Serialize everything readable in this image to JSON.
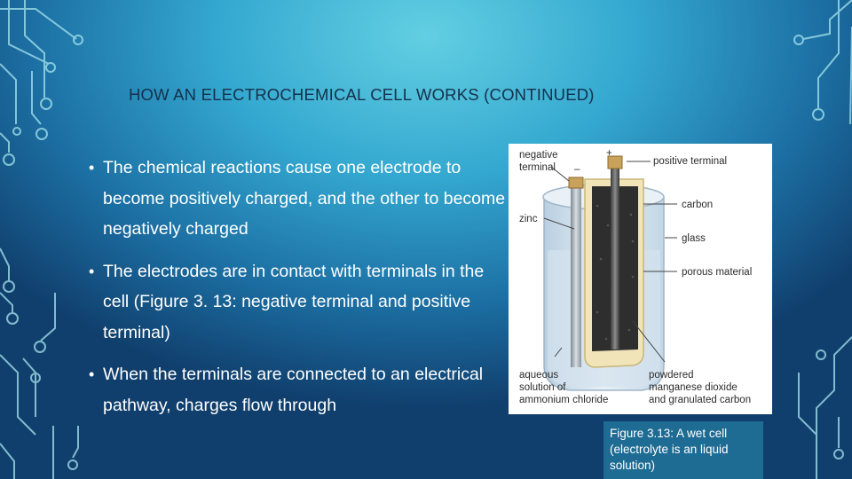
{
  "slide": {
    "title": "HOW AN ELECTROCHEMICAL CELL WORKS (CONTINUED)",
    "bullets": [
      "The chemical reactions cause one electrode to become positively charged, and the other to become negatively charged",
      "The electrodes are in contact with terminals in the cell (Figure 3. 13: negative terminal and positive terminal)",
      "When the terminals are connected to an electrical pathway, charges flow through"
    ],
    "bullet_glyph": "•"
  },
  "figure": {
    "labels": {
      "negative_terminal_1": "negative",
      "negative_terminal_2": "terminal",
      "minus_sign": "–",
      "plus_sign": "+",
      "positive_terminal": "positive terminal",
      "carbon": "carbon",
      "zinc": "zinc",
      "glass": "glass",
      "porous_material": "porous material",
      "aqueous_1": "aqueous",
      "aqueous_2": "solution of",
      "aqueous_3": "ammonium chloride",
      "manganese_1": "powdered",
      "manganese_2": "manganese dioxide",
      "manganese_3": "and granulated carbon"
    },
    "caption": "Figure 3.13: A wet cell (electrolyte is an liquid solution)"
  },
  "colors": {
    "background_light": "#62cfe2",
    "background_dark": "#103f6d",
    "circuit_lines": "#a8e6ef",
    "title_text": "#16304a",
    "body_text": "#ffffff",
    "caption_bg": "#1e6b93"
  }
}
